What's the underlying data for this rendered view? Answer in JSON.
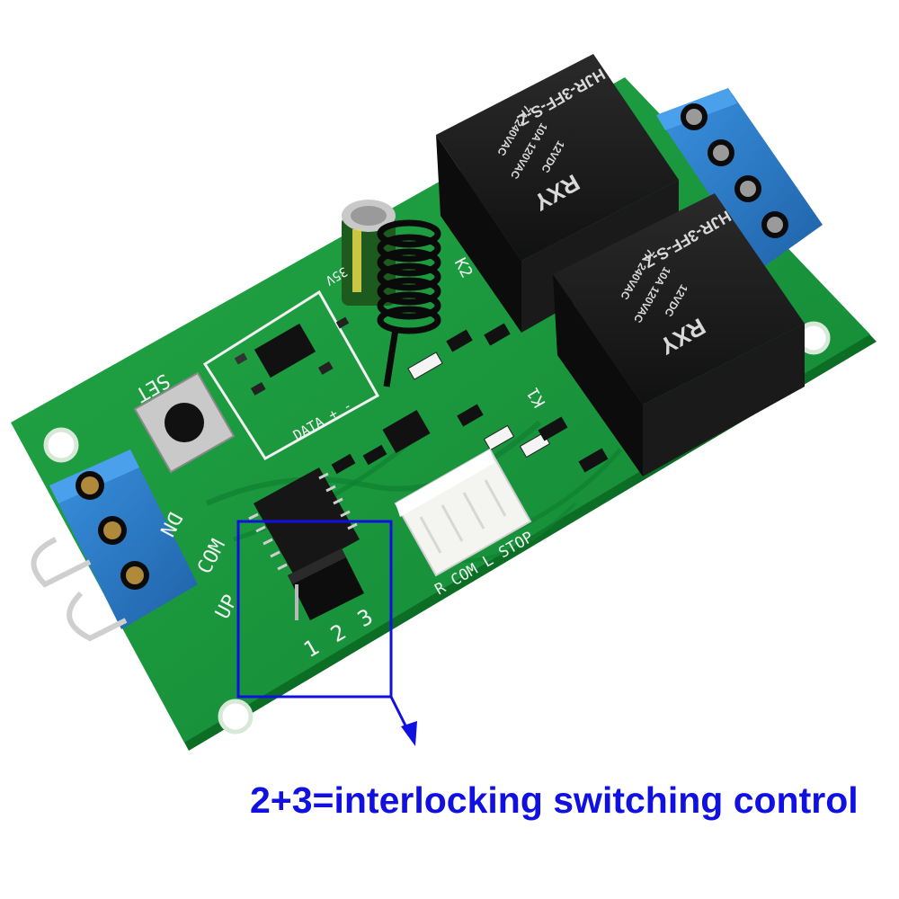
{
  "relays": [
    {
      "brand": "RXY",
      "model": "HJR-3FF-S-Z",
      "spec1": "10A 120VAC",
      "spec2": "7A 240VAC",
      "coil": "12VDC"
    },
    {
      "brand": "RXY",
      "model": "HJR-3FF-S-Z",
      "spec1": "10A 120VAC",
      "spec2": "7A 240VAC",
      "coil": "12VDC"
    }
  ],
  "silkscreen": {
    "button_label": "SET",
    "left_terminal_labels": [
      "UP",
      "COM",
      "DN"
    ],
    "connector_labels": "R COM L STOP",
    "jumper_numbers": [
      "1",
      "2",
      "3"
    ],
    "rf_module_labels": "DATA + -",
    "relay_labels": [
      "K1",
      "K2"
    ],
    "capacitor_voltage": "35V"
  },
  "annotation": {
    "caption": "2+3=interlocking switching control",
    "box_color": "#1010e0"
  },
  "colors": {
    "pcb": "#1a9a3a",
    "pcb_edge": "#0f7a2a",
    "terminal_block": "#2d7fd0",
    "relay_body": "#151515",
    "connector": "#f4f4f0"
  }
}
